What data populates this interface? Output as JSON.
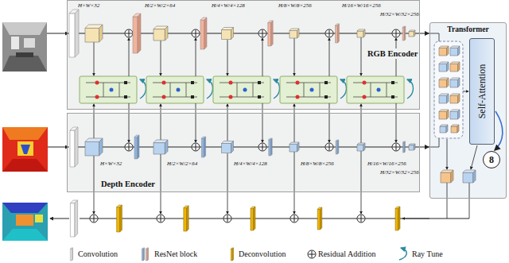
{
  "diagram": {
    "nodes": [
      {
        "text": [
          "RGB Encoder"
        ]
      },
      {
        "text": [
          "Depth Encoder"
        ]
      },
      {
        "text": [
          "Transformer"
        ]
      },
      {
        "text": [
          "Self-Attention"
        ],
        "in": 2
      },
      {
        "text": [
          "8"
        ],
        "in": 2
      }
    ],
    "edges": [
      {
        "from": 0,
        "to": 2,
        "arrow": "to"
      },
      {
        "from": 1,
        "to": 2,
        "arrow": "to"
      }
    ],
    "labels": [
      "H×W×32",
      "H/2×W/2×64",
      "H/4×W/4×128",
      "H/8×W/8×256",
      "H/16×W/16×256",
      "H/32×W/32×256",
      "H×W×32",
      "H/2×W/2×64",
      "H/4×W/4×128",
      "H/8×W/8×256",
      "H/16×W/16×256",
      "H/32×W/32×256"
    ],
    "legend": [
      {
        "text": "Convolution"
      },
      {
        "text": "ResNet block"
      },
      {
        "text": "Deconvolution"
      },
      {
        "text": "Residual Addition"
      },
      {
        "text": "Ray Tune"
      }
    ]
  }
}
